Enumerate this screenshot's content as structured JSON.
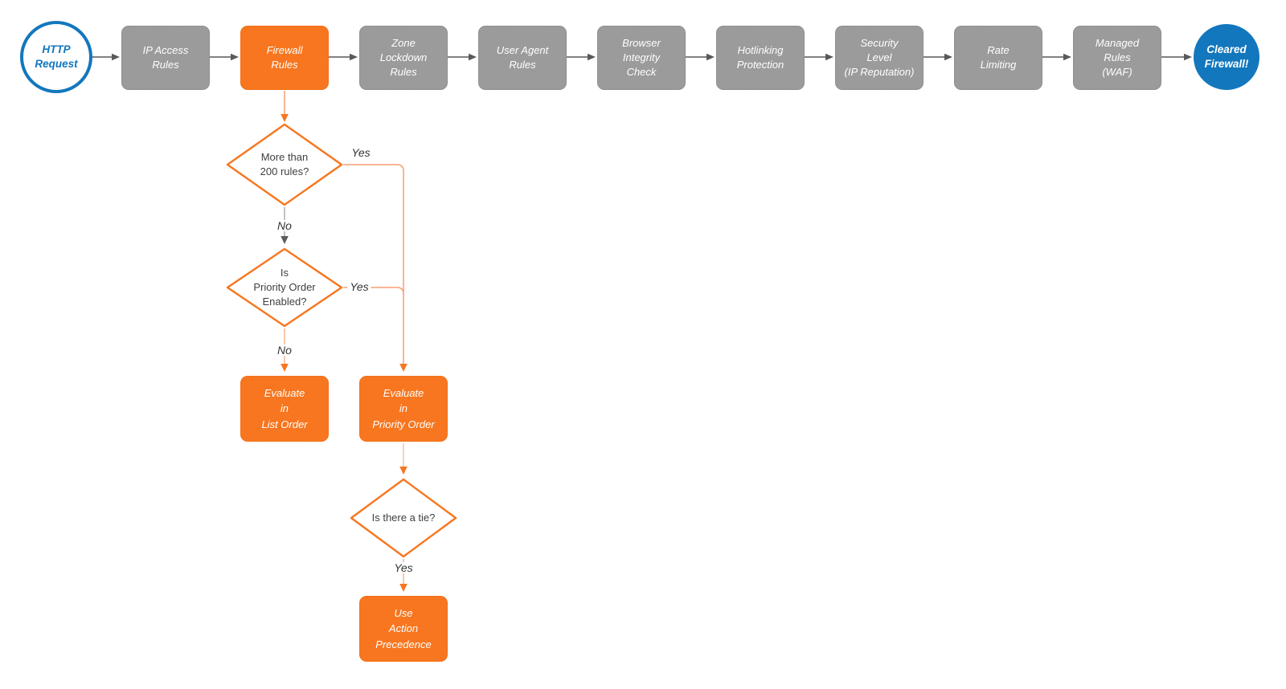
{
  "colors": {
    "orange": "#f7761f",
    "blue": "#1377bd",
    "gray_node": "#9b9b9b",
    "connector_salmon": "#f89d72",
    "arrow_dark": "#595959"
  },
  "pipeline": {
    "start_label": "HTTP\nRequest",
    "stages": [
      {
        "label": "IP Access\nRules",
        "highlight": false
      },
      {
        "label": "Firewall\nRules",
        "highlight": true
      },
      {
        "label": "Zone\nLockdown\nRules",
        "highlight": false
      },
      {
        "label": "User Agent\nRules",
        "highlight": false
      },
      {
        "label": "Browser\nIntegrity\nCheck",
        "highlight": false
      },
      {
        "label": "Hotlinking\nProtection",
        "highlight": false
      },
      {
        "label": "Security\nLevel\n(IP Reputation)",
        "highlight": false
      },
      {
        "label": "Rate\nLimiting",
        "highlight": false
      },
      {
        "label": "Managed\nRules\n(WAF)",
        "highlight": false
      }
    ],
    "end_label": "Cleared\nFirewall!"
  },
  "decisions": {
    "more_than_200": "More than\n200 rules?",
    "priority_enabled": "Is\nPriority Order\nEnabled?",
    "tie": "Is there a tie?"
  },
  "actions": {
    "list_order": "Evaluate\nin\nList Order",
    "priority_order": "Evaluate\nin\nPriority Order",
    "action_precedence": "Use\nAction\nPrecedence"
  },
  "edge_labels": {
    "d1_yes": "Yes",
    "d1_no": "No",
    "d2_yes": "Yes",
    "d2_no": "No",
    "d3_yes": "Yes"
  }
}
